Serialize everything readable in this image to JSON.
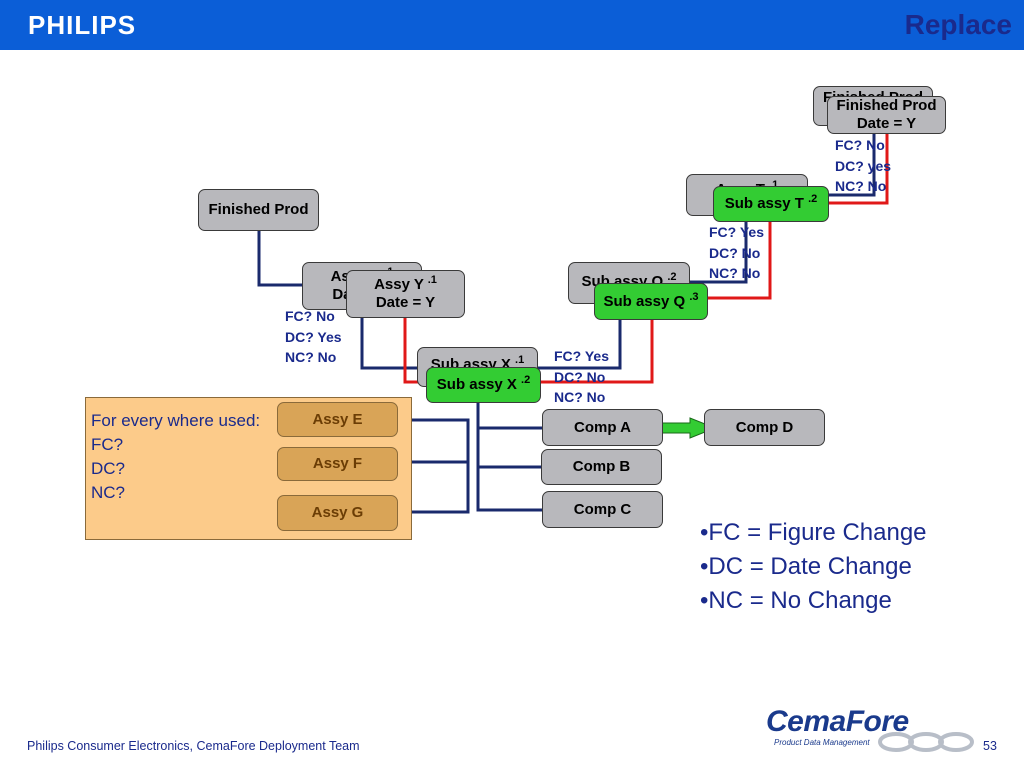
{
  "header": {
    "brand": "PHILIPS",
    "title": "Replace"
  },
  "colors": {
    "header_bg": "#0b5ed7",
    "link_old": "#1a2a6c",
    "link_new": "#e01818",
    "new_node": "#33cc33",
    "old_node": "#b8b8bc",
    "where_used_bg": "#fccb8a",
    "text_blue": "#1a2a8c"
  },
  "nodes": {
    "fp_root": {
      "label": "Finished Prod"
    },
    "assy_y_old": {
      "l1": "Assy Y ",
      "sup": ".1",
      "l2": "Date = Y"
    },
    "assy_y_new": {
      "l1": "Assy Y ",
      "sup": ".1",
      "l2": "Date = Y"
    },
    "sub_x_old": {
      "l1": "Sub assy X ",
      "sup": ".1"
    },
    "sub_x_new": {
      "l1": "Sub assy X ",
      "sup": ".2"
    },
    "sub_q_old": {
      "l1": "Sub assy Q ",
      "sup": ".2"
    },
    "sub_q_new": {
      "l1": "Sub assy Q ",
      "sup": ".3"
    },
    "assy_t_old": {
      "l1": "Assy T ",
      "sup": ".1"
    },
    "sub_t_new": {
      "l1": "Sub assy T ",
      "sup": ".2"
    },
    "fp_top_old": {
      "l1": "Finished Prod"
    },
    "fp_top_new": {
      "l1": "Finished Prod",
      "l2": "Date = Y"
    },
    "comp_a": {
      "label": "Comp A"
    },
    "comp_b": {
      "label": "Comp B"
    },
    "comp_c": {
      "label": "Comp C"
    },
    "comp_d": {
      "label": "Comp D"
    },
    "assy_e": {
      "label": "Assy E"
    },
    "assy_f": {
      "label": "Assy F"
    },
    "assy_g": {
      "label": "Assy G"
    }
  },
  "annotations": {
    "assy_y": [
      "FC? No",
      "DC? Yes",
      "NC? No"
    ],
    "sub_x": [
      "FC? Yes",
      "DC? No",
      "NC? No"
    ],
    "sub_q": [
      "FC? Yes",
      "DC? No",
      "NC? No"
    ],
    "fp_top": [
      "FC? No",
      "DC? yes",
      "NC? No"
    ]
  },
  "where_used": {
    "heading": "For every where used:",
    "lines": [
      "FC?",
      "DC?",
      "NC?"
    ]
  },
  "legend": [
    "•FC = Figure Change",
    "•DC = Date Change",
    "•NC = No Change"
  ],
  "footer": {
    "text": "Philips Consumer Electronics, CemaFore Deployment Team",
    "page": "53"
  },
  "logo": {
    "word_a": "Cema",
    "word_b": "Fore",
    "tagline": "Product Data Management"
  }
}
